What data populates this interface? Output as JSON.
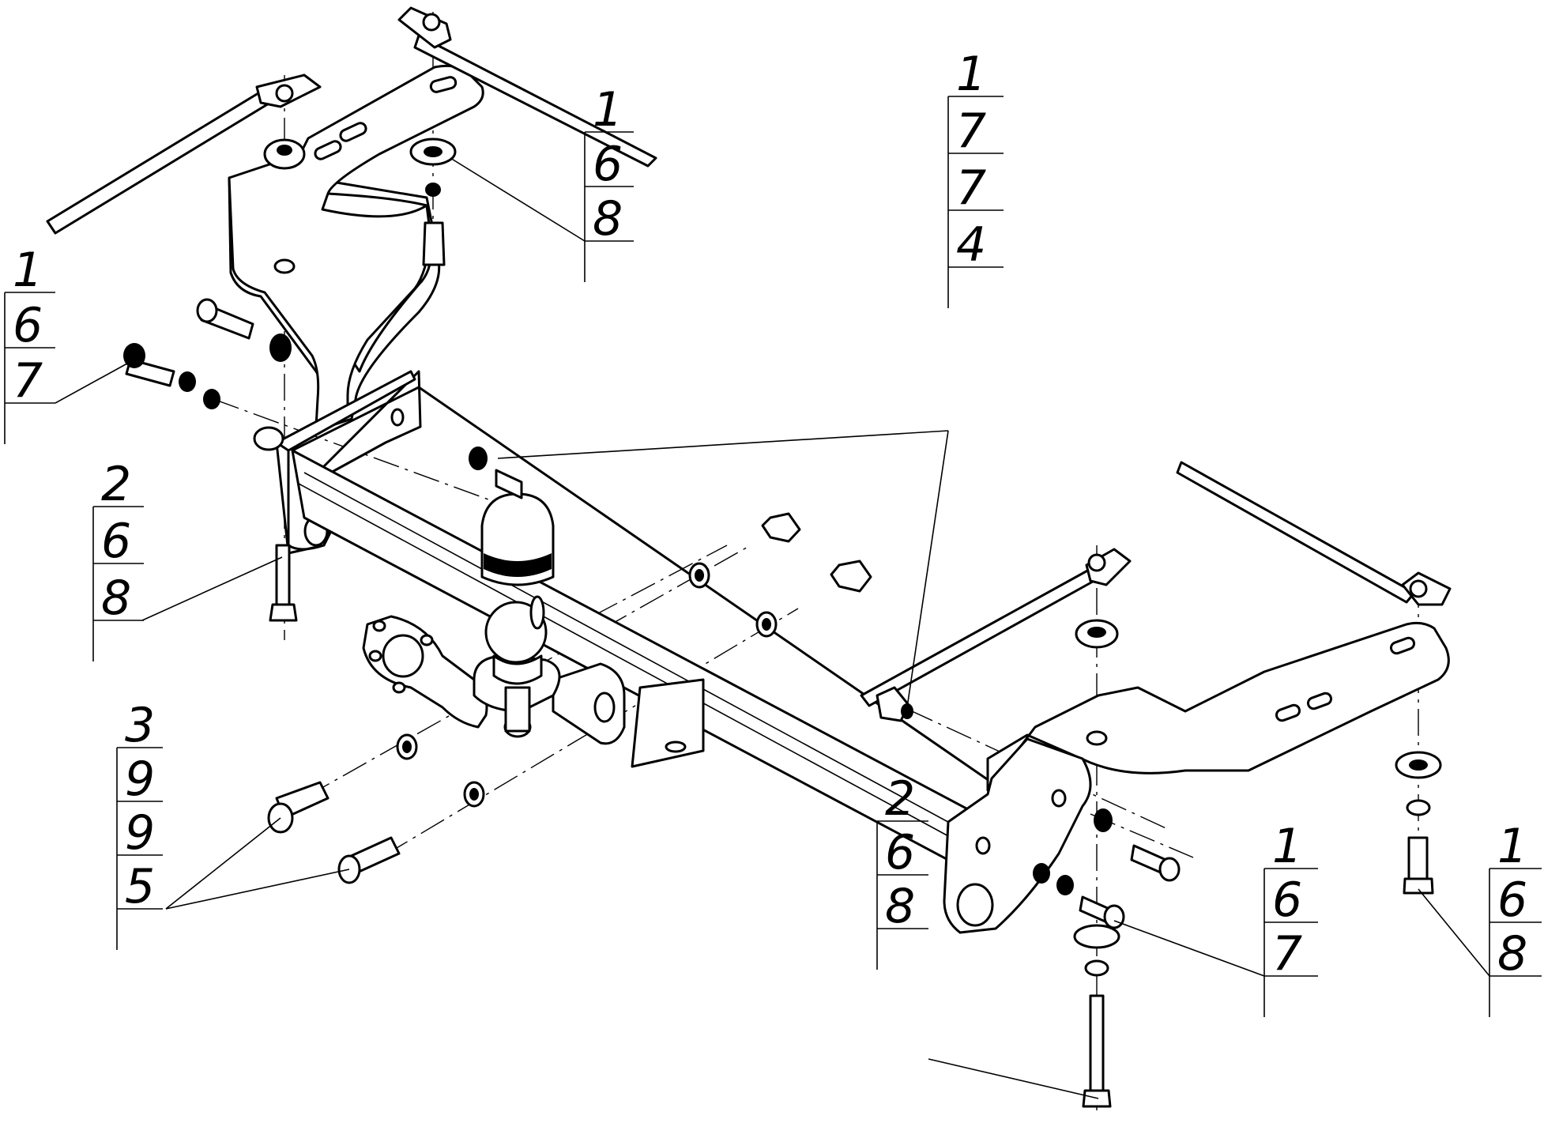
{
  "callouts": [
    {
      "id": "top-center",
      "numbers": [
        "1",
        "6",
        "8"
      ]
    },
    {
      "id": "top-right",
      "numbers": [
        "1",
        "7",
        "7",
        "4"
      ]
    },
    {
      "id": "left",
      "numbers": [
        "1",
        "6",
        "7"
      ]
    },
    {
      "id": "mid-left",
      "numbers": [
        "2",
        "6",
        "8"
      ]
    },
    {
      "id": "bottom-left",
      "numbers": [
        "3",
        "9",
        "9",
        "5"
      ]
    },
    {
      "id": "bottom-center",
      "numbers": [
        "2",
        "6",
        "8"
      ]
    },
    {
      "id": "bottom-right-a",
      "numbers": [
        "1",
        "6",
        "7"
      ]
    },
    {
      "id": "bottom-right-b",
      "numbers": [
        "1",
        "6",
        "8"
      ]
    }
  ]
}
